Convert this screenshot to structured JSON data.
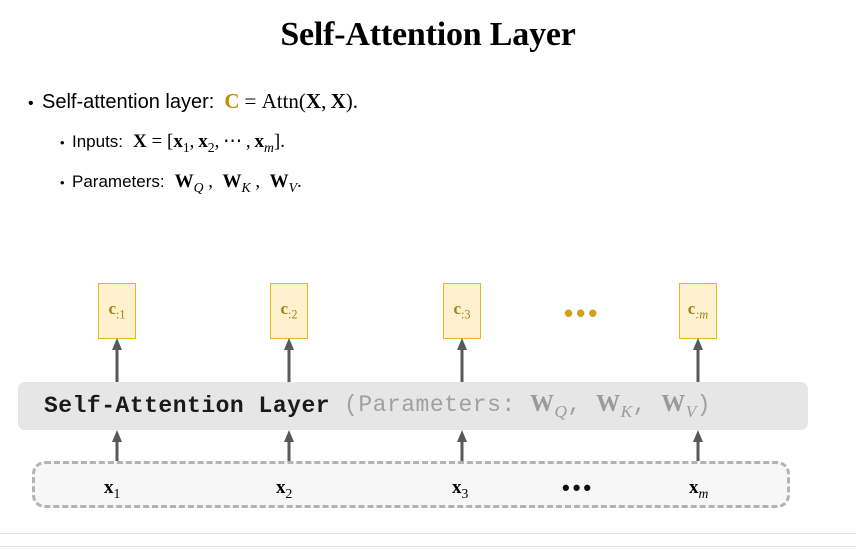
{
  "slide": {
    "title": "Self-Attention Layer",
    "bullets": [
      {
        "level": 1,
        "marker": "•",
        "label": "Self-attention layer:",
        "formula_c": "C",
        "formula_rest": "= Attn(X, X)."
      },
      {
        "level": 2,
        "marker": "•",
        "label": "Inputs:",
        "formula": "X = [x1, x2, ⋯, xm]."
      },
      {
        "level": 2,
        "marker": "•",
        "label": "Parameters:",
        "formula": "WQ , WK , WV."
      }
    ]
  },
  "diagram": {
    "outputs": [
      {
        "base": "c",
        "sub": ":1",
        "sub_italic": false
      },
      {
        "base": "c",
        "sub": ":2",
        "sub_italic": false
      },
      {
        "base": "c",
        "sub": ":3",
        "sub_italic": false
      },
      {
        "base": "c",
        "sub": ":m",
        "sub_italic": true
      }
    ],
    "output_ellipsis": "•••",
    "layer": {
      "name": "Self-Attention Layer",
      "params_open": "(Parameters:",
      "params": [
        "W",
        "W",
        "W"
      ],
      "param_subs": [
        "Q",
        "K",
        "V"
      ],
      "params_close": ")"
    },
    "inputs": [
      {
        "base": "x",
        "sub": "1",
        "sub_italic": false
      },
      {
        "base": "x",
        "sub": "2",
        "sub_italic": false
      },
      {
        "base": "x",
        "sub": "3",
        "sub_italic": false
      },
      {
        "base": "x",
        "sub": "m",
        "sub_italic": true
      }
    ],
    "input_ellipsis": "•••"
  },
  "colors": {
    "accent_gold": "#bf9000",
    "box_fill": "#fdf2cd",
    "box_border": "#e6b820",
    "box_text": "#a6801a",
    "layer_bar_bg": "#e6e6e6",
    "layer_param_gray": "#a0a0a0",
    "input_box_bg": "#f7f7f7",
    "input_box_border": "#b3b3b3",
    "arrow": "#595959"
  }
}
